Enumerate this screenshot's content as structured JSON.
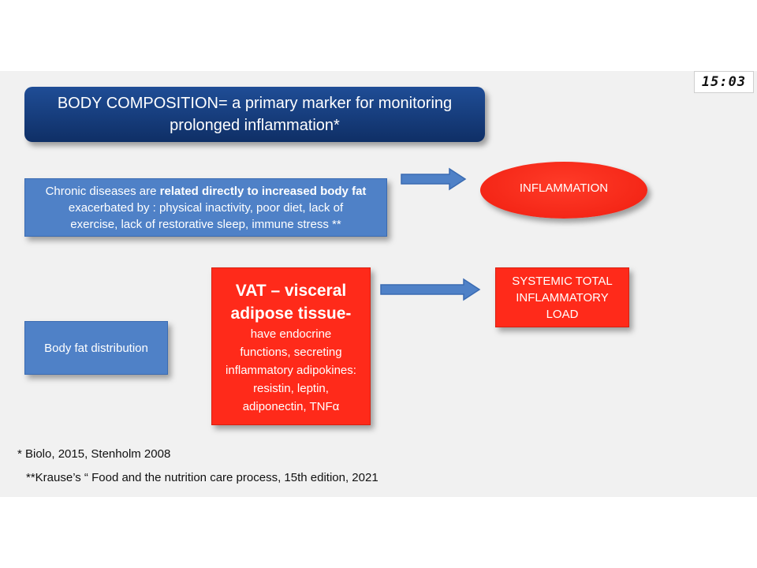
{
  "timer": "15:03",
  "title": {
    "line1": "BODY COMPOSITION= a primary marker for monitoring",
    "line2": "prolonged inflammation*"
  },
  "chronic": {
    "prefix": "Chronic diseases are ",
    "bold": "related directly to increased body fat",
    "line2": "exacerbated by : physical inactivity, poor diet, lack of",
    "line3": "exercise, lack of restorative sleep, immune stress **"
  },
  "inflammation": "INFLAMMATION",
  "body_fat": "Body fat distribution",
  "vat": {
    "title_line1": "VAT – visceral",
    "title_line2": "adipose tissue-",
    "desc_lines": [
      "have endocrine",
      "functions, secreting",
      "inflammatory adipokines:",
      "resistin, leptin,",
      "adiponectin, TNFα"
    ]
  },
  "systemic": {
    "lines": [
      "SYSTEMIC TOTAL",
      "INFLAMMATORY",
      "LOAD"
    ]
  },
  "footnotes": {
    "ref1": "*  Biolo, 2015, Stenholm 2008",
    "ref2": "**Krause’s “ Food and the nutrition care process, 15th edition, 2021"
  },
  "colors": {
    "dark_blue": "#0f2f66",
    "mid_blue": "#4f81c7",
    "red": "#ff2a1a"
  }
}
